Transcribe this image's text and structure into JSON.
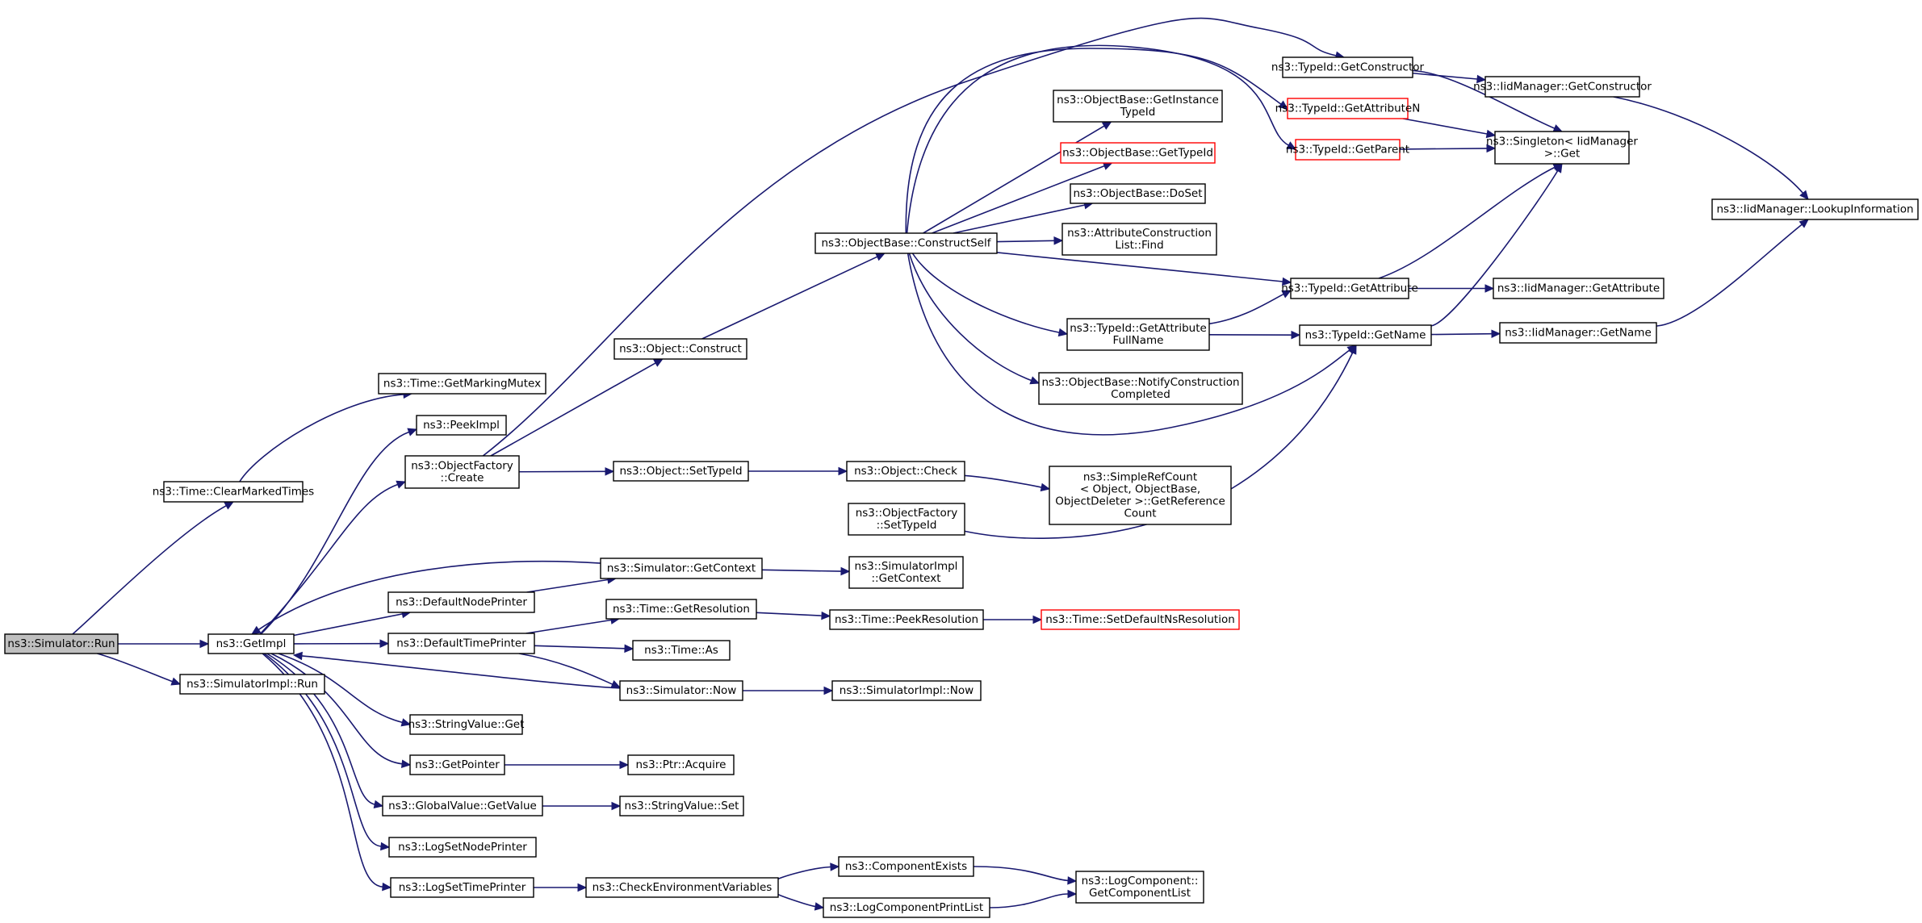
{
  "root": "run",
  "colors": {
    "edge": "#191970",
    "node_border": "#000000",
    "truncated_border": "#ff0000",
    "root_fill": "#bfbfbf"
  },
  "nodes": [
    {
      "id": "run",
      "lines": [
        "ns3::Simulator::Run"
      ],
      "style": "root"
    },
    {
      "id": "clearmarked",
      "lines": [
        "ns3::Time::ClearMarkedTimes"
      ]
    },
    {
      "id": "getimpl",
      "lines": [
        "ns3::GetImpl"
      ]
    },
    {
      "id": "simimplrun",
      "lines": [
        "ns3::SimulatorImpl::Run"
      ]
    },
    {
      "id": "markingmutex",
      "lines": [
        "ns3::Time::GetMarkingMutex"
      ]
    },
    {
      "id": "peekimpl",
      "lines": [
        "ns3::PeekImpl"
      ]
    },
    {
      "id": "factcreate",
      "lines": [
        "ns3::ObjectFactory",
        "::Create"
      ]
    },
    {
      "id": "defnodeprinter",
      "lines": [
        "ns3::DefaultNodePrinter"
      ]
    },
    {
      "id": "deftimeprinter",
      "lines": [
        "ns3::DefaultTimePrinter"
      ]
    },
    {
      "id": "strvalget",
      "lines": [
        "ns3::StringValue::Get"
      ]
    },
    {
      "id": "getpointer",
      "lines": [
        "ns3::GetPointer"
      ]
    },
    {
      "id": "globalgetvalue",
      "lines": [
        "ns3::GlobalValue::GetValue"
      ]
    },
    {
      "id": "logsetnode",
      "lines": [
        "ns3::LogSetNodePrinter"
      ]
    },
    {
      "id": "logsettime",
      "lines": [
        "ns3::LogSetTimePrinter"
      ]
    },
    {
      "id": "objconstruct",
      "lines": [
        "ns3::Object::Construct"
      ]
    },
    {
      "id": "objsettypeid",
      "lines": [
        "ns3::Object::SetTypeId"
      ]
    },
    {
      "id": "simgetcontext",
      "lines": [
        "ns3::Simulator::GetContext"
      ]
    },
    {
      "id": "timegetres",
      "lines": [
        "ns3::Time::GetResolution"
      ]
    },
    {
      "id": "timeas",
      "lines": [
        "ns3::Time::As"
      ]
    },
    {
      "id": "simnow",
      "lines": [
        "ns3::Simulator::Now"
      ]
    },
    {
      "id": "ptracquire",
      "lines": [
        "ns3::Ptr::Acquire"
      ]
    },
    {
      "id": "strvalset",
      "lines": [
        "ns3::StringValue::Set"
      ]
    },
    {
      "id": "checkenv",
      "lines": [
        "ns3::CheckEnvironmentVariables"
      ]
    },
    {
      "id": "constructself",
      "lines": [
        "ns3::ObjectBase::ConstructSelf"
      ]
    },
    {
      "id": "objcheck",
      "lines": [
        "ns3::Object::Check"
      ]
    },
    {
      "id": "factsettypeid",
      "lines": [
        "ns3::ObjectFactory",
        "::SetTypeId"
      ]
    },
    {
      "id": "simimplgetctx",
      "lines": [
        "ns3::SimulatorImpl",
        "::GetContext"
      ]
    },
    {
      "id": "peekres",
      "lines": [
        "ns3::Time::PeekResolution"
      ]
    },
    {
      "id": "simimplnow",
      "lines": [
        "ns3::SimulatorImpl::Now"
      ]
    },
    {
      "id": "compexists",
      "lines": [
        "ns3::ComponentExists"
      ]
    },
    {
      "id": "logcompprint",
      "lines": [
        "ns3::LogComponentPrintList"
      ]
    },
    {
      "id": "getinsttypeid",
      "lines": [
        "ns3::ObjectBase::GetInstance",
        "TypeId"
      ]
    },
    {
      "id": "objbasegettypeid",
      "lines": [
        "ns3::ObjectBase::GetTypeId"
      ],
      "style": "truncated"
    },
    {
      "id": "doset",
      "lines": [
        "ns3::ObjectBase::DoSet"
      ]
    },
    {
      "id": "attrfind",
      "lines": [
        "ns3::AttributeConstruction",
        "List::Find"
      ]
    },
    {
      "id": "getattrfullname",
      "lines": [
        "ns3::TypeId::GetAttribute",
        "FullName"
      ]
    },
    {
      "id": "notifyconst",
      "lines": [
        "ns3::ObjectBase::NotifyConstruction",
        "Completed"
      ]
    },
    {
      "id": "simplerefcount",
      "lines": [
        "ns3::SimpleRefCount",
        "< Object, ObjectBase,",
        "ObjectDeleter >::GetReference",
        "Count"
      ]
    },
    {
      "id": "setdefaultns",
      "lines": [
        "ns3::Time::SetDefaultNsResolution"
      ],
      "style": "truncated"
    },
    {
      "id": "getcomplist",
      "lines": [
        "ns3::LogComponent::",
        "GetComponentList"
      ]
    },
    {
      "id": "tidgetconstructor",
      "lines": [
        "ns3::TypeId::GetConstructor"
      ]
    },
    {
      "id": "tidgetattrn",
      "lines": [
        "ns3::TypeId::GetAttributeN"
      ],
      "style": "truncated"
    },
    {
      "id": "tidgetparent",
      "lines": [
        "ns3::TypeId::GetParent"
      ],
      "style": "truncated"
    },
    {
      "id": "tidgetattr",
      "lines": [
        "ns3::TypeId::GetAttribute"
      ]
    },
    {
      "id": "tidgetname",
      "lines": [
        "ns3::TypeId::GetName"
      ]
    },
    {
      "id": "iidgetconstructor",
      "lines": [
        "ns3::IidManager::GetConstructor"
      ]
    },
    {
      "id": "singletonget",
      "lines": [
        "ns3::Singleton< IidManager",
        ">::Get"
      ]
    },
    {
      "id": "iidgetattr",
      "lines": [
        "ns3::IidManager::GetAttribute"
      ]
    },
    {
      "id": "iidgetname",
      "lines": [
        "ns3::IidManager::GetName"
      ]
    },
    {
      "id": "iidlookup",
      "lines": [
        "ns3::IidManager::LookupInformation"
      ]
    }
  ],
  "edges": [
    [
      "run",
      "clearmarked"
    ],
    [
      "run",
      "getimpl"
    ],
    [
      "run",
      "simimplrun"
    ],
    [
      "clearmarked",
      "markingmutex"
    ],
    [
      "getimpl",
      "peekimpl"
    ],
    [
      "getimpl",
      "factcreate"
    ],
    [
      "getimpl",
      "defnodeprinter"
    ],
    [
      "getimpl",
      "deftimeprinter"
    ],
    [
      "getimpl",
      "strvalget"
    ],
    [
      "getimpl",
      "getpointer"
    ],
    [
      "getimpl",
      "globalgetvalue"
    ],
    [
      "getimpl",
      "logsetnode"
    ],
    [
      "getimpl",
      "logsettime"
    ],
    [
      "factcreate",
      "objconstruct"
    ],
    [
      "factcreate",
      "objsettypeid"
    ],
    [
      "factcreate",
      "tidgetconstructor"
    ],
    [
      "factsettypeid",
      "tidgetname"
    ],
    [
      "defnodeprinter",
      "simgetcontext"
    ],
    [
      "deftimeprinter",
      "timegetres"
    ],
    [
      "deftimeprinter",
      "timeas"
    ],
    [
      "deftimeprinter",
      "simnow"
    ],
    [
      "simgetcontext",
      "getimpl"
    ],
    [
      "simgetcontext",
      "simimplgetctx"
    ],
    [
      "simnow",
      "getimpl"
    ],
    [
      "simnow",
      "simimplnow"
    ],
    [
      "getpointer",
      "ptracquire"
    ],
    [
      "globalgetvalue",
      "strvalset"
    ],
    [
      "logsettime",
      "checkenv"
    ],
    [
      "checkenv",
      "compexists"
    ],
    [
      "checkenv",
      "logcompprint"
    ],
    [
      "compexists",
      "getcomplist"
    ],
    [
      "logcompprint",
      "getcomplist"
    ],
    [
      "objconstruct",
      "constructself"
    ],
    [
      "objsettypeid",
      "objcheck"
    ],
    [
      "objcheck",
      "simplerefcount"
    ],
    [
      "timegetres",
      "peekres"
    ],
    [
      "peekres",
      "setdefaultns"
    ],
    [
      "constructself",
      "getinsttypeid"
    ],
    [
      "constructself",
      "objbasegettypeid"
    ],
    [
      "constructself",
      "doset"
    ],
    [
      "constructself",
      "attrfind"
    ],
    [
      "constructself",
      "getattrfullname"
    ],
    [
      "constructself",
      "notifyconst"
    ],
    [
      "constructself",
      "tidgetattr"
    ],
    [
      "constructself",
      "tidgetname"
    ],
    [
      "constructself",
      "tidgetattrn"
    ],
    [
      "constructself",
      "tidgetparent"
    ],
    [
      "getattrfullname",
      "tidgetattr"
    ],
    [
      "getattrfullname",
      "tidgetname"
    ],
    [
      "tidgetconstructor",
      "iidgetconstructor"
    ],
    [
      "tidgetconstructor",
      "singletonget"
    ],
    [
      "tidgetattrn",
      "singletonget"
    ],
    [
      "tidgetparent",
      "singletonget"
    ],
    [
      "tidgetattr",
      "singletonget"
    ],
    [
      "tidgetattr",
      "iidgetattr"
    ],
    [
      "tidgetname",
      "singletonget"
    ],
    [
      "tidgetname",
      "iidgetname"
    ],
    [
      "iidgetconstructor",
      "iidlookup"
    ],
    [
      "iidgetname",
      "iidlookup"
    ]
  ]
}
